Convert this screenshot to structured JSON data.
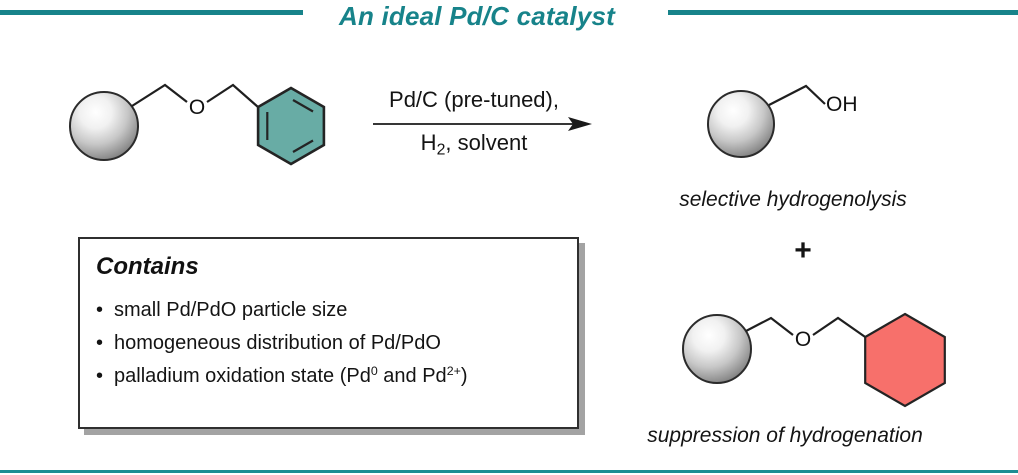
{
  "colors": {
    "accent_teal": "#17838A",
    "aromatic_ring_fill": "#68ACA5",
    "cyclohexane_ring_fill": "#F7706B",
    "bond_stroke": "#1f1f1f",
    "sphere_outline": "#2b2b2b",
    "box_shadow_gray": "#a3a3a3"
  },
  "header": {
    "title": "An ideal Pd/C catalyst"
  },
  "reaction": {
    "reactant": {
      "ether_oxygen": "O"
    },
    "arrow": {
      "line1": "Pd/C (pre-tuned),",
      "line2_base": "H",
      "line2_subscript": "2",
      "line2_rest": ", solvent"
    },
    "product1": {
      "hydroxyl": "OH",
      "caption": "selective hydrogenolysis"
    },
    "plus_sign": "+",
    "product2": {
      "ether_oxygen": "O",
      "caption": "suppression of hydrogenation"
    }
  },
  "contains_box": {
    "title": "Contains",
    "bullet_glyph": "•",
    "bullets": {
      "item1": "small Pd/PdO particle size",
      "item2": "homogeneous distribution of Pd/PdO",
      "item3": {
        "pre": "palladium oxidation state (Pd",
        "sup1": "0",
        "mid": " and Pd",
        "sup2": "2+",
        "post": ")"
      }
    }
  }
}
